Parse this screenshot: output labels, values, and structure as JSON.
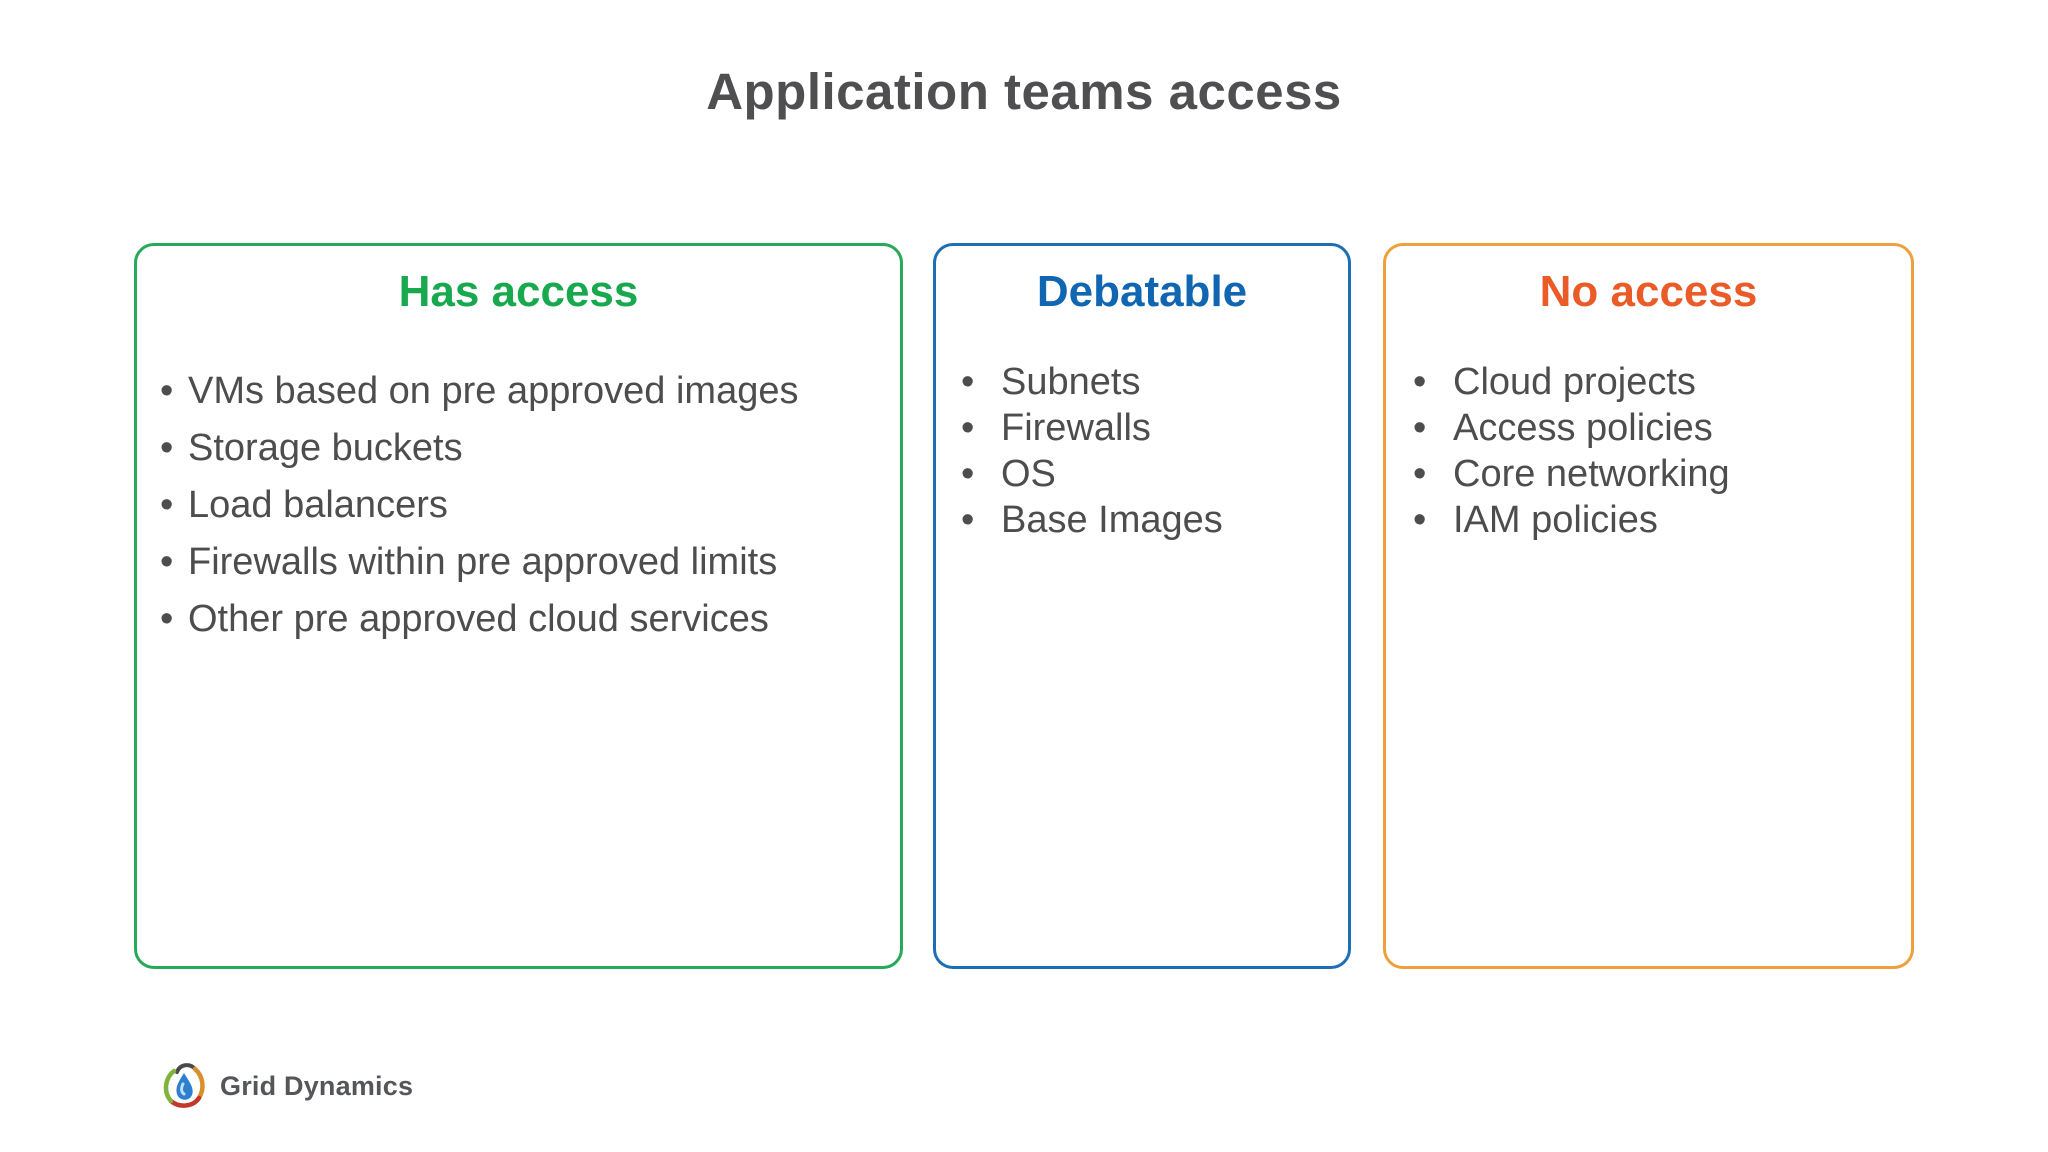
{
  "slide": {
    "title": "Application teams access"
  },
  "columns": [
    {
      "title": "Has access",
      "title_color": "#18a84e",
      "border_color": "#27a959",
      "items": [
        "VMs based on pre approved images",
        "Storage buckets",
        "Load balancers",
        "Firewalls within pre approved limits",
        "Other pre approved cloud services"
      ]
    },
    {
      "title": "Debatable",
      "title_color": "#1166b2",
      "border_color": "#1c6fb5",
      "items": [
        "Subnets",
        "Firewalls",
        "OS",
        "Base Images"
      ]
    },
    {
      "title": "No access",
      "title_color": "#ea5b27",
      "border_color": "#eca13d",
      "items": [
        "Cloud projects",
        "Access policies",
        "Core networking",
        "IAM policies"
      ]
    }
  ],
  "footer": {
    "brand": "Grid Dynamics",
    "logo_icon": "grid-dynamics-logo"
  },
  "colors": {
    "background": "#ffffff",
    "title_text": "#4f4f51",
    "body_text": "#4d4d4d",
    "green": "#18a84e",
    "blue": "#1166b2",
    "orange_red": "#ea5b27",
    "orange_border": "#eca13d"
  }
}
